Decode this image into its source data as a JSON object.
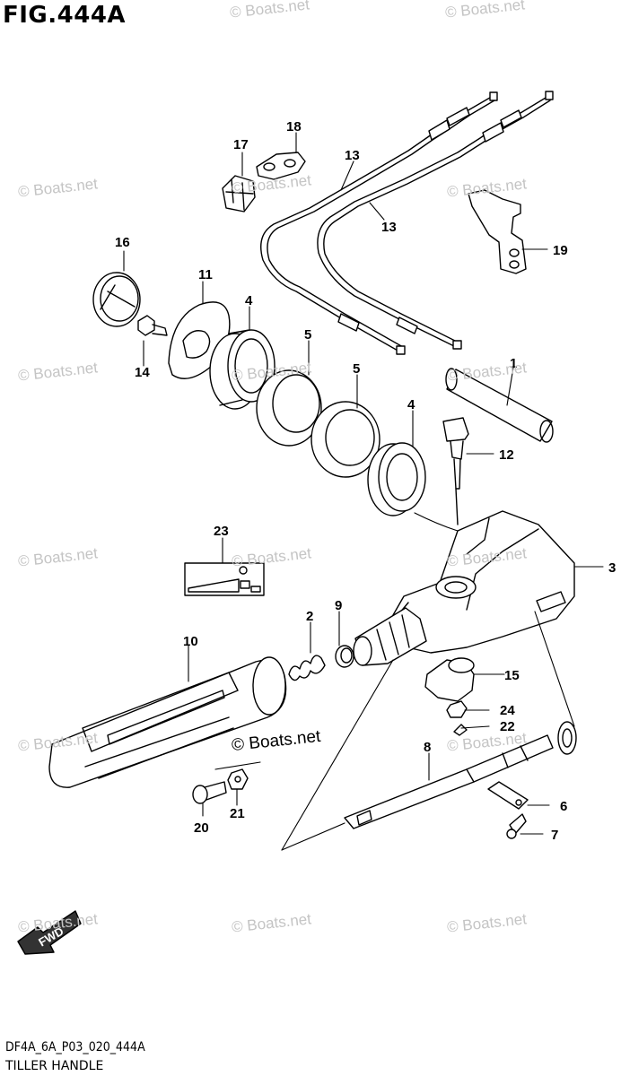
{
  "figure": {
    "title": "FIG.444A",
    "code": "DF4A_6A_P03_020_444A",
    "name": "TILLER HANDLE"
  },
  "watermark": "© Boats.net",
  "direction_label": "FWD",
  "callouts": [
    "1",
    "2",
    "3",
    "4",
    "4",
    "5",
    "5",
    "6",
    "7",
    "8",
    "9",
    "10",
    "11",
    "12",
    "13",
    "13",
    "14",
    "15",
    "16",
    "17",
    "18",
    "19",
    "20",
    "21",
    "22",
    "23",
    "24"
  ]
}
